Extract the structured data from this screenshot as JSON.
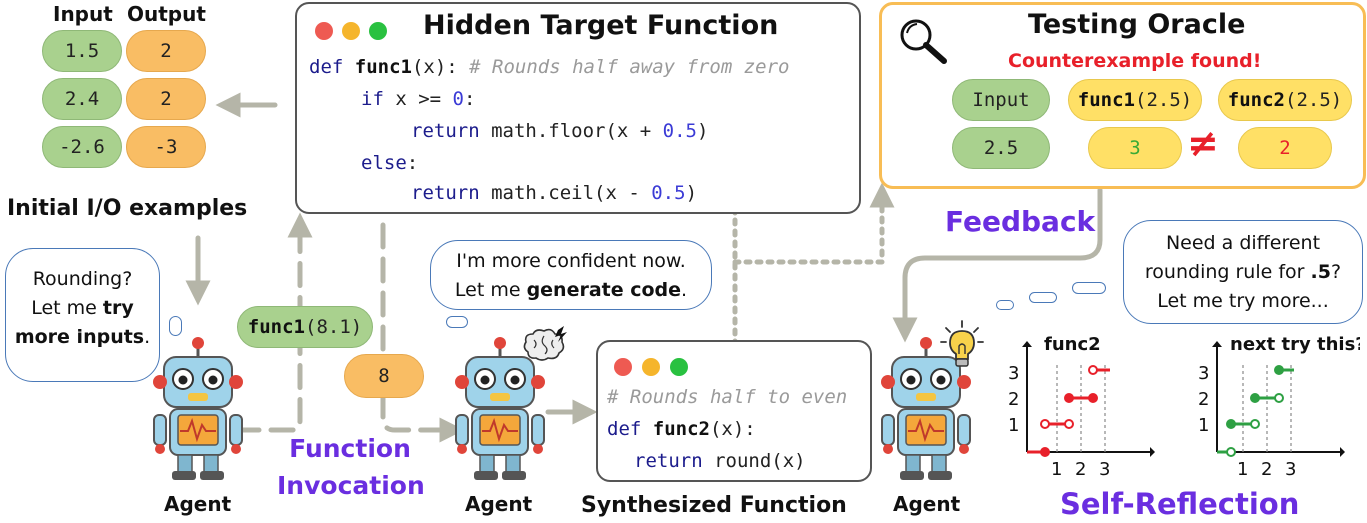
{
  "io_examples": {
    "input_header": "Input",
    "output_header": "Output",
    "rows": [
      {
        "input": "1.5",
        "output": "2"
      },
      {
        "input": "2.4",
        "output": "2"
      },
      {
        "input": "-2.6",
        "output": "-3"
      }
    ],
    "caption": "Initial I/O examples"
  },
  "hidden_function": {
    "title": "Hidden Target Function",
    "code": {
      "l1_def": "def ",
      "l1_name": "func1",
      "l1_args": "(x): ",
      "l1_comment": "# Rounds half away from zero",
      "l2_if": "if ",
      "l2_cond": "x >= ",
      "l2_num": "0",
      "l2_colon": ":",
      "l3_ret": "return ",
      "l3_expr": "math.floor(x + ",
      "l3_num": "0.5",
      "l3_close": ")",
      "l4_else": "else",
      "l4_colon": ":",
      "l5_ret": "return ",
      "l5_expr": "math.ceil(x - ",
      "l5_num": "0.5",
      "l5_close": ")"
    }
  },
  "oracle": {
    "title": "Testing Oracle",
    "subtitle": "Counterexample found!",
    "input_label": "Input",
    "input_value": "2.5",
    "f1_call_name": "func1",
    "f1_call_args": "(2.5)",
    "f2_call_name": "func2",
    "f2_call_args": "(2.5)",
    "f1_result": "3",
    "f2_result": "2",
    "neq": "≠",
    "colors": {
      "border": "#f8bd55",
      "alert": "#e8202a",
      "f1_result": "#3aaa35"
    }
  },
  "feedback_label": "Feedback",
  "bubble_left": {
    "line1": "Rounding?",
    "line2_pre": "Let me ",
    "line2_bold": "try",
    "line3_bold": "more inputs",
    "line3_post": "."
  },
  "bubble_mid": {
    "line1": "I'm more confident now.",
    "line2_pre": "Let me ",
    "line2_bold": "generate code",
    "line2_post": "."
  },
  "bubble_right": {
    "line1": "Need a different",
    "line2_pre": "rounding rule for ",
    "line2_bold": ".5",
    "line2_post": "?",
    "line3": "Let me try more..."
  },
  "call_pill": {
    "name": "func1",
    "args": "(8.1)"
  },
  "result_pill": "8",
  "function_invocation": {
    "line1": "Function",
    "line2": "Invocation"
  },
  "synthesized": {
    "caption": "Synthesized Function",
    "l1_comment": "# Rounds half to even",
    "l2_def": "def ",
    "l2_name": "func2",
    "l2_args": "(x):",
    "l3_ret": "return ",
    "l3_expr": "round(x)"
  },
  "agent_label": "Agent",
  "self_reflection": "Self-Reflection",
  "plots": {
    "left": {
      "title": "func2"
    },
    "right": {
      "title": "next try this?"
    },
    "tick_labels": {
      "x1": "1",
      "x2": "2",
      "x3": "3",
      "y1": "1",
      "y2": "2",
      "y3": "3"
    }
  },
  "icons": [
    "magnifier-icon",
    "robot-icon",
    "brain-icon",
    "lightbulb-icon"
  ],
  "colors": {
    "green": "#a9d18e",
    "orange": "#f9bd64",
    "yellow": "#ffe066",
    "purple": "#6a2ee0",
    "red": "#e8202a",
    "plot_green": "#2ea043",
    "arrow_gray": "#b5b5a8"
  }
}
